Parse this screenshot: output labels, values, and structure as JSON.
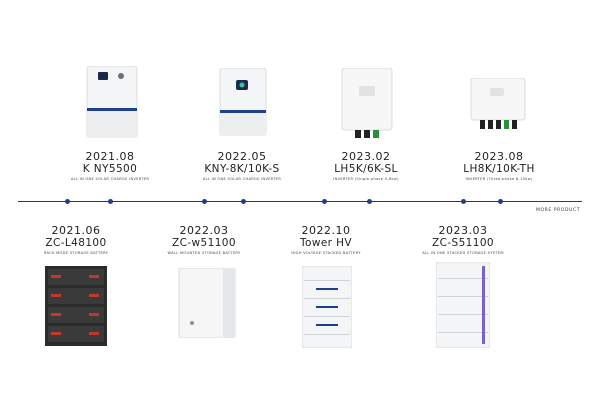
{
  "timeline": {
    "more_label": "MORE PRODUCT",
    "top_entries": [
      {
        "date": "2021.08",
        "model": "K NY5500",
        "desc": "ALL IN ONE SOLAR CHARGE INVERTER"
      },
      {
        "date": "2022.05",
        "model": "KNY-8K/10K-S",
        "desc": "ALL IN ONE SOLAR CHARGE INVERTER"
      },
      {
        "date": "2023.02",
        "model": "LH5K/6K-SL",
        "desc": "INVERTER (Single-phase 5-8kw)"
      },
      {
        "date": "2023.08",
        "model": "LH8K/10K-TH",
        "desc": "INVERTER (Three-phase 8-10kw)"
      }
    ],
    "bottom_entries": [
      {
        "date": "2021.06",
        "model": "ZC-L48100",
        "desc": "RACK MODE STORAGE BATTERY"
      },
      {
        "date": "2022.03",
        "model": "ZC-w51100",
        "desc": "WALL MOUNTED STORAGE BATTERY"
      },
      {
        "date": "2022.10",
        "model": "Tower HV",
        "desc": "HIGH VOLTAGE STACKED BATTERY"
      },
      {
        "date": "2023.03",
        "model": "ZC-S51100",
        "desc": "ALL IN ONE STACKED STORAGE SYSTEM"
      }
    ]
  },
  "colors": {
    "accent": "#1f3f8f",
    "line": "#3a3a3a"
  }
}
